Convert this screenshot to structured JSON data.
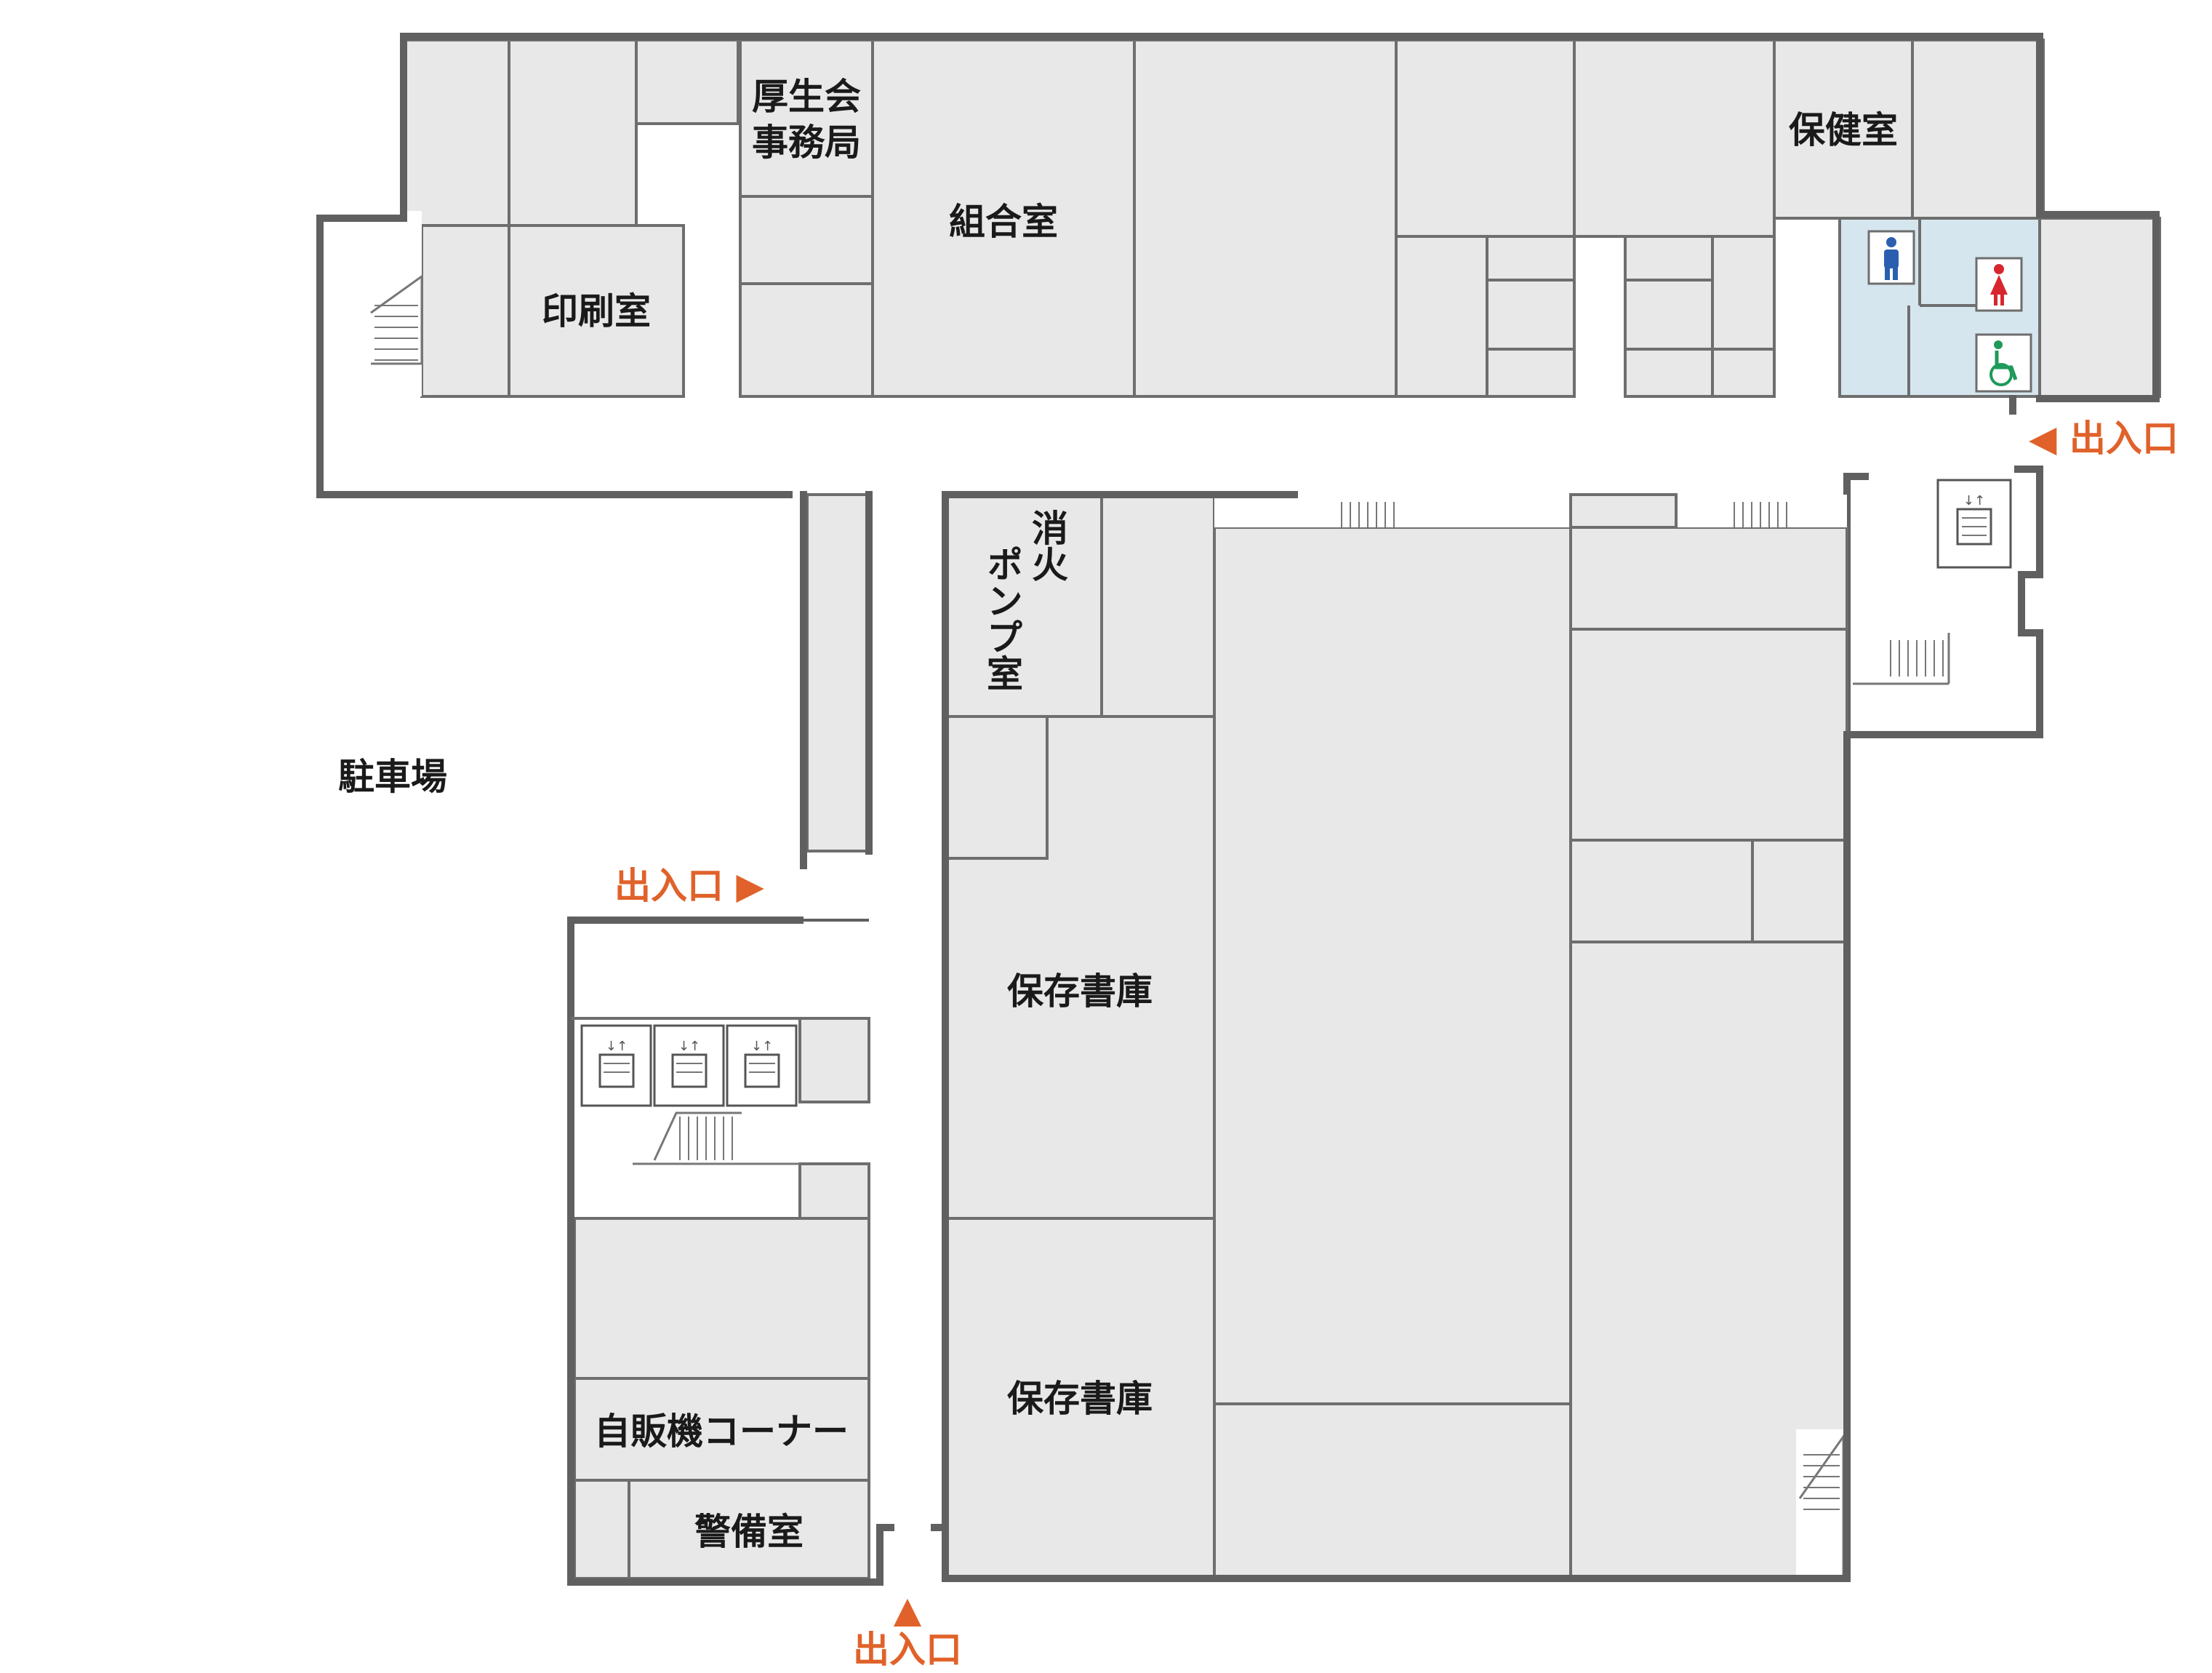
{
  "rooms": {
    "kouseikai": [
      "厚生会",
      "事務局"
    ],
    "kumiai": "組合室",
    "insatsu": "印刷室",
    "hoken": "保健室",
    "shoka_pump": [
      "消火",
      "ポンプ室"
    ],
    "hozon1": "保存書庫",
    "hozon2": "保存書庫",
    "jihanki": "自販機コーナー",
    "keibi": "警備室"
  },
  "outside": {
    "parking": "駐車場"
  },
  "entrances": {
    "east": "◀ 出入口",
    "west": "出入口 ▶",
    "south_arrow": "▲",
    "south": "出入口"
  },
  "icons": {
    "restroom_men": "man-icon",
    "restroom_women": "woman-icon",
    "accessible_toilet": "wheelchair-icon",
    "elevator": "elevator-icon",
    "stairs": "stairs-icon"
  },
  "colors": {
    "room_fill": "#e8e8e8",
    "wall": "#606060",
    "entrance": "#e0622a",
    "restroom_area": "#d6e6ee",
    "men": "#2a5fb0",
    "women": "#d8262e",
    "accessible": "#1e9a5a"
  }
}
